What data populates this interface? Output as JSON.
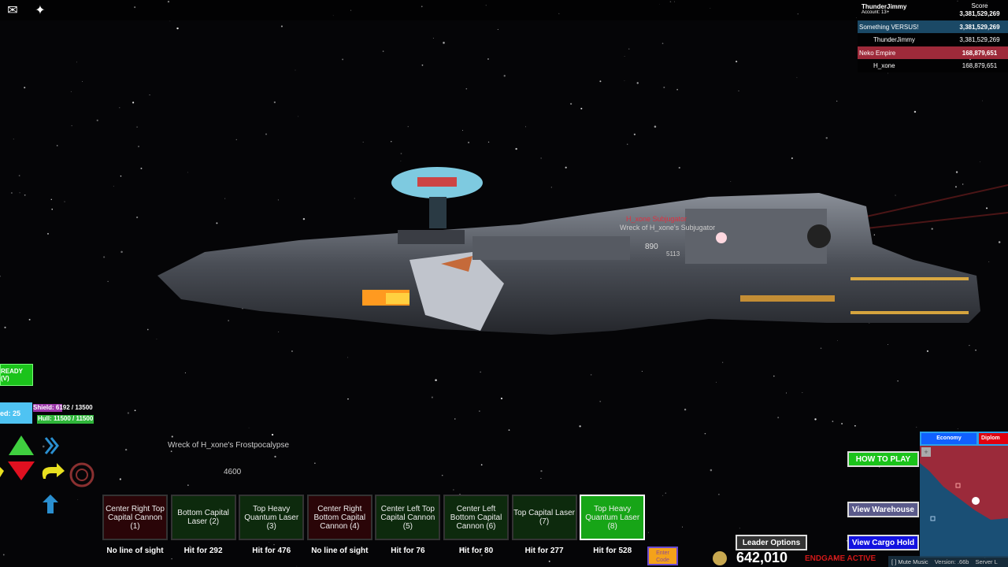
{
  "topbar": {
    "icons": [
      "chat-icon",
      "emote-icon"
    ]
  },
  "leaderboard": {
    "player": "ThunderJimmy",
    "account": "Account: 13+",
    "score_header": "Score",
    "player_score": "3,381,529,269",
    "rows": [
      {
        "name": "Something VERSUS!",
        "score": "3,381,529,269",
        "type": "team",
        "color": "#1b4966"
      },
      {
        "name": "ThunderJimmy",
        "score": "3,381,529,269",
        "type": "player"
      },
      {
        "name": "Neko Empire",
        "score": "168,879,651",
        "type": "team",
        "color": "#9e2a3a"
      },
      {
        "name": "H_xone",
        "score": "168,879,651",
        "type": "player"
      }
    ]
  },
  "world": {
    "enemy_name": "H_xone Subjugator",
    "wreck1": "Wreck of H_xone's Subjugator",
    "dist1": "890",
    "dist2": "5113",
    "wreck2": "Wreck of H_xone's Frostpocalypse",
    "dist3": "4600"
  },
  "hud": {
    "ready": "READY (V)",
    "speed": "ed: 25",
    "shield": "Shield: 6192 / 13500",
    "shield_fraction": 0.4587,
    "hull": "Hull: 11500 / 11500",
    "hull_fraction": 1.0
  },
  "weapons": [
    {
      "label": "Center Right Top Capital Cannon (1)",
      "status": "No line of sight",
      "state": "blocked"
    },
    {
      "label": "Bottom Capital Laser (2)",
      "status": "Hit for 292",
      "state": "ready"
    },
    {
      "label": "Top Heavy Quantum Laser (3)",
      "status": "Hit for 476",
      "state": "ready"
    },
    {
      "label": "Center Right Bottom Capital Cannon (4)",
      "status": "No line of sight",
      "state": "blocked"
    },
    {
      "label": "Center Left Top Capital Cannon (5)",
      "status": "Hit for 76",
      "state": "ready"
    },
    {
      "label": "Center Left Bottom Capital Cannon (6)",
      "status": "Hit for 80",
      "state": "ready"
    },
    {
      "label": "Top Capital Laser (7)",
      "status": "Hit for 277",
      "state": "ready"
    },
    {
      "label": "Top Heavy Quantum Laser (8)",
      "status": "Hit for 528",
      "state": "selected"
    }
  ],
  "buttons": {
    "how_to_play": "HOW TO PLAY",
    "warehouse": "View Warehouse",
    "cargo": "View Cargo Hold",
    "leader": "Leader Options",
    "enter_code": "Enter Code"
  },
  "money": "642,010",
  "endgame": "ENDGAME ACTIVE",
  "map": {
    "tab1": "Economy",
    "tab2": "Diplom"
  },
  "footer": {
    "mute": "[ ] Mute Music",
    "version": "Version: .66b",
    "server": "Server L"
  }
}
